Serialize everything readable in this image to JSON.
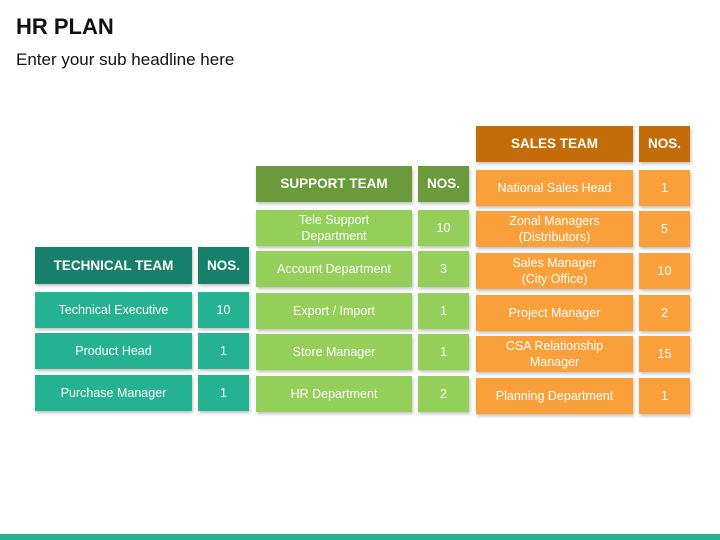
{
  "title": "HR PLAN",
  "subtitle": "Enter your sub headline here",
  "technical": {
    "header": "TECHNICAL TEAM",
    "nos_header": "NOS.",
    "rows": [
      {
        "role": "Technical Executive",
        "nos": "10"
      },
      {
        "role": "Product Head",
        "nos": "1"
      },
      {
        "role": "Purchase Manager",
        "nos": "1"
      }
    ]
  },
  "support": {
    "header": "SUPPORT TEAM",
    "nos_header": "NOS.",
    "rows": [
      {
        "role": "Tele Support\nDepartment",
        "nos": "10"
      },
      {
        "role": "Account Department",
        "nos": "3"
      },
      {
        "role": "Export / Import",
        "nos": "1"
      },
      {
        "role": "Store Manager",
        "nos": "1"
      },
      {
        "role": "HR Department",
        "nos": "2"
      }
    ]
  },
  "sales": {
    "header": "SALES TEAM",
    "nos_header": "NOS.",
    "rows": [
      {
        "role": "National Sales Head",
        "nos": "1"
      },
      {
        "role": "Zonal Managers\n(Distributors)",
        "nos": "5"
      },
      {
        "role": "Sales Manager\n(City Office)",
        "nos": "10"
      },
      {
        "role": "Project Manager",
        "nos": "2"
      },
      {
        "role": "CSA Relationship\nManager",
        "nos": "15"
      },
      {
        "role": "Planning Department",
        "nos": "1"
      }
    ]
  },
  "colors": {
    "technical_header": "#17806a",
    "technical_cell": "#25b290",
    "support_header": "#6a9a3a",
    "support_cell": "#94cf5a",
    "sales_header": "#c26d09",
    "sales_cell": "#f9a03b"
  }
}
